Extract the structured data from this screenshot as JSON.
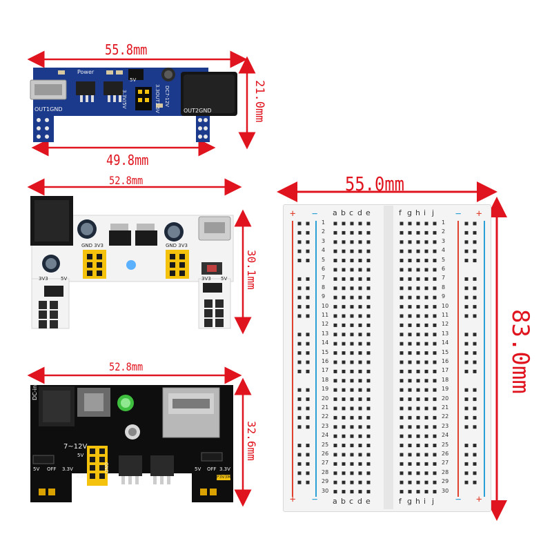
{
  "dimensions": {
    "blue_board_top_width": "55.8mm",
    "blue_board_bottom_width": "49.8mm",
    "blue_board_height": "21.0mm",
    "white_board_width": "52.8mm",
    "white_board_height": "30.1mm",
    "black_board_width": "52.8mm",
    "black_board_height": "32.6mm",
    "breadboard_width": "55.0mm",
    "breadboard_height": "83.0mm"
  },
  "blue_board": {
    "label_power": "Power",
    "label_out1": "OUT1GND",
    "label_out2": "OUT2GND",
    "label_33v5": "3.3V/5V",
    "label_dc": "DC7-12V",
    "label_5v": "5V",
    "label_33out12": "3.3OUT1.5V"
  },
  "white_board": {
    "label_gnd_3v3_left": "GND 3V3",
    "label_gnd_3v3_right": "GND 3V3",
    "label_3v3_left": "3V3",
    "label_5v_left": "5V",
    "label_3v3_right": "3V3",
    "label_5v_right": "5V"
  },
  "black_board": {
    "label_dcin": "DC-in",
    "label_712v": "7~12V",
    "label_5v_left": "5V",
    "label_off_left": "OFF",
    "label_33v_left": "3.3V",
    "label_5v_right": "5V",
    "label_off_right": "OFF",
    "label_33v_right": "3.3V",
    "label_gnd": "GND",
    "label_5v_mid": "5V",
    "label_33v_mid": "3.3V",
    "label_jumper": "P3V3M"
  },
  "breadboard": {
    "columns_left": [
      "a",
      "b",
      "c",
      "d",
      "e"
    ],
    "columns_right": [
      "f",
      "g",
      "h",
      "i",
      "j"
    ],
    "rows": [
      "1",
      "2",
      "3",
      "4",
      "5",
      "6",
      "7",
      "8",
      "9",
      "10",
      "11",
      "12",
      "13",
      "14",
      "15",
      "16",
      "17",
      "18",
      "19",
      "20",
      "21",
      "22",
      "23",
      "24",
      "25",
      "26",
      "27",
      "28",
      "29",
      "30"
    ],
    "plus_sign": "+",
    "minus_sign": "−"
  },
  "colors": {
    "dimension_red": "#e0141e",
    "blue_pcb": "#1b3a8c",
    "white_pcb": "#f3f3f3",
    "black_pcb": "#0e0e0e",
    "jumper_yellow": "#f4c20d",
    "rail_red": "#e0412e",
    "rail_blue": "#2a9fd6"
  }
}
